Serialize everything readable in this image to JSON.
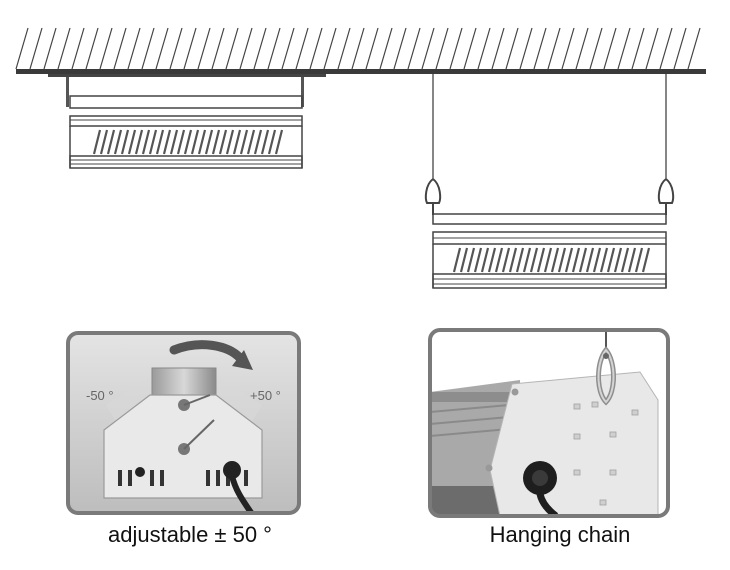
{
  "adjust_panel": {
    "left_angle": "-50 °",
    "right_angle": "+50 °",
    "caption": "adjustable ± 50 °"
  },
  "chain_panel": {
    "caption": "Hanging chain"
  },
  "colors": {
    "line": "#333333",
    "panel_border": "#7a7a7a",
    "panel_bg": "#c9c9c9",
    "bracket": "#e6e6e6"
  },
  "icons": [
    "arrow-rotate-icon",
    "carabiner-icon"
  ]
}
